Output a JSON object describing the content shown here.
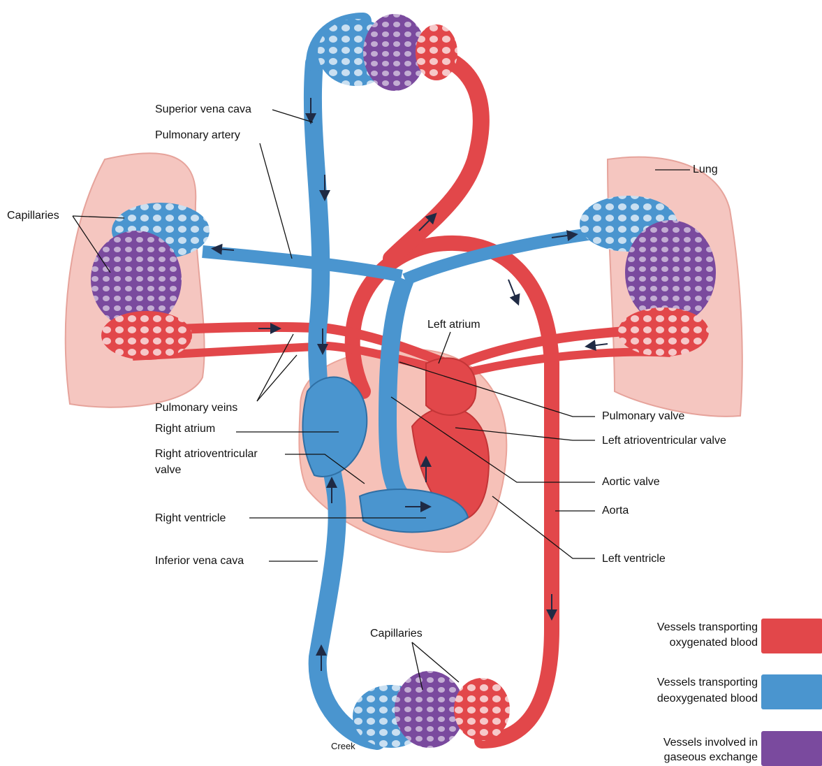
{
  "labels": {
    "superior_vena_cava": "Superior vena cava",
    "pulmonary_artery": "Pulmonary artery",
    "capillaries_left": "Capillaries",
    "lung": "Lung",
    "left_atrium": "Left atrium",
    "pulmonary_veins": "Pulmonary veins",
    "right_atrium": "Right atrium",
    "right_av_valve_1": "Right atrioventricular",
    "right_av_valve_2": "valve",
    "right_ventricle": "Right ventricle",
    "inferior_vena_cava": "Inferior vena cava",
    "pulmonary_valve": "Pulmonary valve",
    "left_av_valve": "Left atrioventricular valve",
    "aortic_valve": "Aortic valve",
    "aorta": "Aorta",
    "left_ventricle": "Left ventricle",
    "capillaries_bottom": "Capillaries",
    "credit": "Creek"
  },
  "legend": [
    {
      "line1": "Vessels transporting",
      "line2": "oxygenated blood",
      "color": "#e2474a"
    },
    {
      "line1": "Vessels transporting",
      "line2": "deoxygenated blood",
      "color": "#4a95cf"
    },
    {
      "line1": "Vessels involved in",
      "line2": "gaseous exchange",
      "color": "#7a4a9e"
    }
  ],
  "colors": {
    "oxygenated": "#e2474a",
    "deoxygenated": "#4a95cf",
    "exchange": "#7a4a9e",
    "lung_tissue": "#f5c6c0",
    "heart_tissue": "#f6c1b8"
  }
}
